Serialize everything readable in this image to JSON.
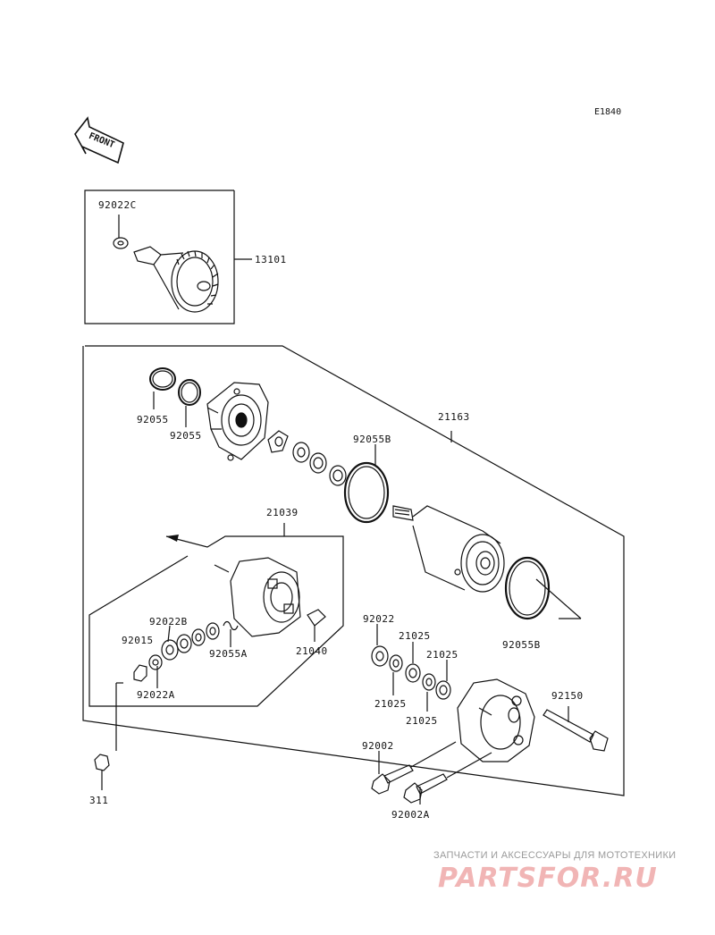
{
  "diagram_code": "E1840",
  "front_label": "FRONT",
  "parts": {
    "p92022C": "92022C",
    "p13101": "13101",
    "p92055_a": "92055",
    "p92055_b": "92055",
    "p21163": "21163",
    "p92055B_top": "92055B",
    "p21039": "21039",
    "p92022B": "92022B",
    "p92015": "92015",
    "p92055A": "92055A",
    "p21040": "21040",
    "p92022A": "92022A",
    "p311": "311",
    "p92022": "92022",
    "p21025_a": "21025",
    "p21025_b": "21025",
    "p21025_c": "21025",
    "p21025_d": "21025",
    "p92055B_bot": "92055B",
    "p92150": "92150",
    "p92002": "92002",
    "p92002A": "92002A"
  },
  "watermark": {
    "subtitle": "ЗАПЧАСТИ И АКСЕССУАРЫ ДЛЯ МОТОТЕХНИКИ",
    "logo": "PARTSFOR.RU"
  }
}
